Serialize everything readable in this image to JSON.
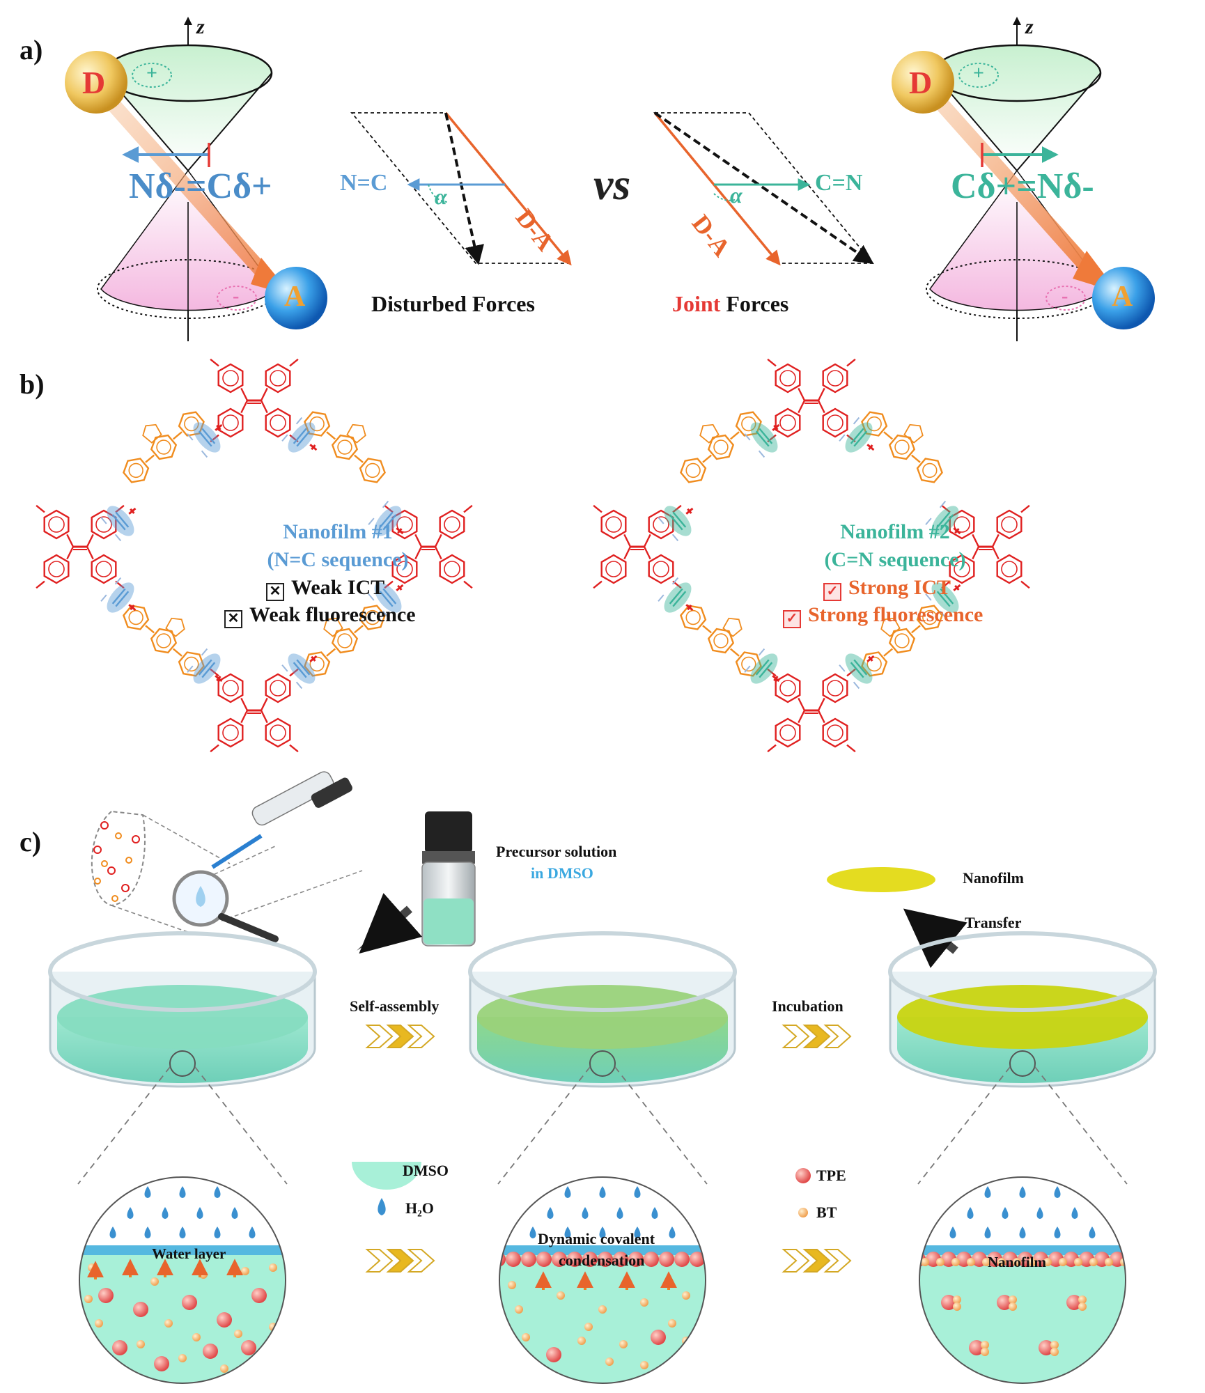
{
  "panels": {
    "a": "a)",
    "b": "b)",
    "c": "c)"
  },
  "panel_a": {
    "axis_label": "z",
    "donor": "D",
    "acceptor": "A",
    "plus": "+",
    "minus": "-",
    "left_bond": "Nδ-=Cδ+",
    "right_bond": "Cδ+=Nδ-",
    "left_vector_label": "N=C",
    "right_vector_label": "C=N",
    "da_label": "D-A",
    "alpha": "α",
    "vs": "vs",
    "disturbed_caption": "Disturbed Forces",
    "joint_caption_word": "Joint",
    "joint_caption_rest": " Forces"
  },
  "panel_b": {
    "left_title_1": "Nanofilm #1",
    "left_title_2": "(N=C sequence)",
    "left_item_1": "Weak ICT",
    "left_item_2": "Weak fluorescence",
    "right_title_1": "Nanofilm #2",
    "right_title_2": "(C=N sequence)",
    "right_item_1": "Strong ICT",
    "right_item_2": "Strong fluorescence",
    "cross_mark": "✕",
    "check_mark": "✓"
  },
  "panel_c": {
    "precursor_1": "Precursor solution",
    "precursor_2": "in DMSO",
    "nanofilm_label": "Nanofilm",
    "transfer": "Transfer",
    "self_assembly": "Self-assembly",
    "incubation": "Incubation",
    "legend_dmso": "DMSO",
    "legend_h2o": "H₂O",
    "legend_tpe": "TPE",
    "legend_bt": "BT",
    "water_layer": "Water layer",
    "dynamic_1": "Dynamic covalent",
    "dynamic_2": "condensation",
    "nanofilm_layer": "Nanofilm"
  },
  "colors": {
    "tpe_red": "#e02020",
    "bt_orange": "#f08c1e",
    "imine_blue": "#5a9bd4",
    "imine_teal": "#3bb49a",
    "dmso_green": "#a8f0d8",
    "film_yellow": "#d8cc10"
  }
}
